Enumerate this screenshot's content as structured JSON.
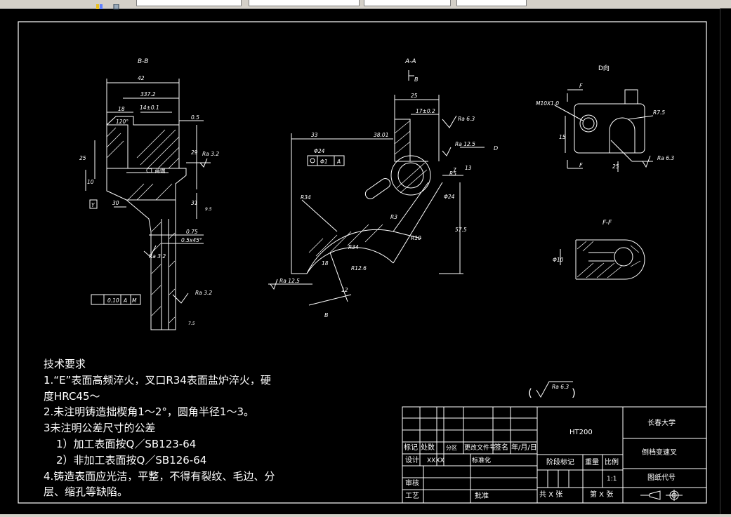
{
  "toolbar": {
    "fields": [
      "",
      "",
      "",
      ""
    ]
  },
  "views": {
    "bb_title": "B-B",
    "aa_title": "A-A",
    "d_title": "D向",
    "ff_title": "F-F",
    "section_b_mark": "B",
    "d_mark": "D",
    "f_mark_top": "F",
    "f_mark_bottom": "F"
  },
  "dims_bb": {
    "d42": "42",
    "d3372": "337.2",
    "d18": "18",
    "d14": "14±0.1",
    "d05": "0.5",
    "d120": "120°",
    "d25": "25",
    "d29": "29",
    "d31": "31",
    "d10": "10",
    "d30": "30",
    "c1": "C1 两端",
    "d075": "0.75",
    "d05x45": "0.5x45°",
    "ra32a": "Ra 3.2",
    "ra32b": "Ra 3.2",
    "ra32c": "Ra 3.2",
    "tol": "0.10",
    "datum_a": "A",
    "datum_m": "M",
    "y_mark": "Y",
    "phi_tol": "9.5",
    "phi_tol2": "7.5"
  },
  "dims_aa": {
    "d25": "25",
    "d17": "17±0.2",
    "d33": "33",
    "d3801": "38.01",
    "phi24a": "Φ24",
    "phi1": "Φ1",
    "datum_a": "A",
    "ra63": "Ra 6.3",
    "ra125a": "Ra 12.5",
    "ra125b": "Ra 12.5",
    "r34": "R34",
    "r34b": "R34",
    "r3": "R3",
    "r10": "R10",
    "r5": "R5",
    "phi24b": "Φ24",
    "d575": "57.5",
    "d13": "13",
    "d7": "7",
    "d12": "12",
    "d18": "18",
    "d126": "R12.6"
  },
  "dims_d": {
    "m10": "M10X1.0",
    "r75": "R7.5",
    "ra63": "Ra 6.3",
    "d15": "15",
    "d25": "25"
  },
  "dims_ff": {
    "phi10": "Φ10"
  },
  "general_roughness": "Ra 6.3",
  "tech_requirements": {
    "title": "技术要求",
    "line1": "1.“E”表面高频淬火，叉口R34表面盐炉淬火，硬",
    "line2": "度HRC45～",
    "line3": "2.未注明铸造拙楔角1～2°，圆角半径1～3。",
    "line4": "3未注明公差尺寸的公差",
    "line5": "1）加工表面按Q／SB123-64",
    "line6": "2）非加工表面按Q／SB126-64",
    "line7": "4.铸造表面应光洁，平整，不得有裂纹、毛边、分",
    "line8": "层、缩孔等缺陷。"
  },
  "title_block": {
    "material": "HT200",
    "university": "长春大学",
    "part_name": "倒档变速叉",
    "drawing_no_label": "图纸代号",
    "mark": "标记",
    "count": "处数",
    "zone": "分区",
    "change_doc": "更改文件号",
    "sign": "签名",
    "date": "年/月/日",
    "design": "设计",
    "designer": "XXXX",
    "standardize": "标准化",
    "stage_mark": "阶段标记",
    "weight": "重量",
    "scale": "比例",
    "scale_value": "1:1",
    "review": "审核",
    "process": "工艺",
    "approve": "批准",
    "total": "共 X 张",
    "sheet": "第 X 张"
  }
}
